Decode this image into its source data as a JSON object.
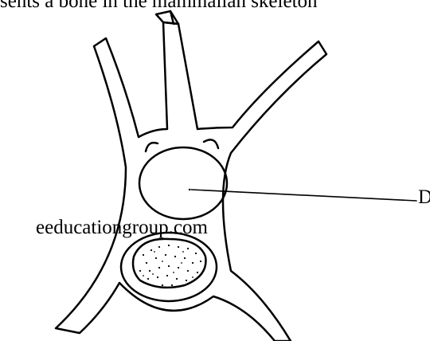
{
  "caption": "sents a bone in the mammalian skeleton",
  "label_d": "D",
  "watermark": "eeducationgroup.com"
}
